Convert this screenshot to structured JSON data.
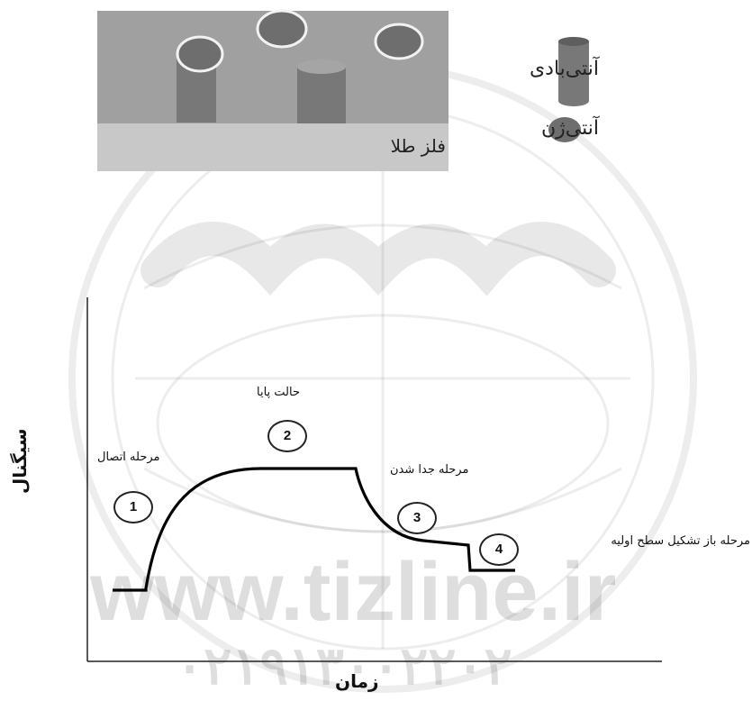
{
  "legend": {
    "antibody_label": "آنتی‌بادی",
    "antigen_label": "آنتی‌ژن",
    "antibody_icon": "antibody-cylinder-icon",
    "antigen_icon": "antigen-disc-icon"
  },
  "sensor": {
    "gold_label": "فلز طلا"
  },
  "chart": {
    "xlabel": "زمان",
    "ylabel": "سیگنال",
    "stages": [
      {
        "number": "1",
        "label": "مرحله اتصال"
      },
      {
        "number": "2",
        "label": "حالت پایا"
      },
      {
        "number": "3",
        "label": "مرحله جدا شدن"
      },
      {
        "number": "4",
        "label": "مرحله باز تشکیل سطح اولیه"
      }
    ]
  },
  "watermark": {
    "url": "www.tizline.ir",
    "digits": "۰۲۱۹۱۳۰۰۲۲۰۲"
  },
  "colors": {
    "gold_plate": "#c8c8c8",
    "gold_bar": "#a0a0a0",
    "antibody": "#787878",
    "antigen": "#6e6e6e",
    "antigen_ring": "#f2f2f2",
    "curve": "#000000"
  },
  "chart_data": {
    "type": "line",
    "xlabel": "زمان",
    "ylabel": "سیگنال",
    "grid": false,
    "segments": [
      {
        "stage": "baseline",
        "x": [
          0.0,
          0.1
        ],
        "y": [
          0.0,
          0.0
        ]
      },
      {
        "stage": "مرحله اتصال",
        "shape": "rising exponential",
        "x": [
          0.1,
          0.5
        ],
        "y": [
          0.0,
          1.0
        ]
      },
      {
        "stage": "حالت پایا",
        "shape": "flat",
        "x": [
          0.5,
          0.7
        ],
        "y": [
          1.0,
          1.0
        ]
      },
      {
        "stage": "مرحله جدا شدن",
        "shape": "decaying exponential",
        "x": [
          0.7,
          1.0
        ],
        "y": [
          1.0,
          0.42
        ]
      },
      {
        "stage": "مرحله باز تشکیل سطح اولیه",
        "shape": "step down then flat",
        "x": [
          1.0,
          1.13
        ],
        "y": [
          0.42,
          0.2
        ]
      }
    ]
  }
}
